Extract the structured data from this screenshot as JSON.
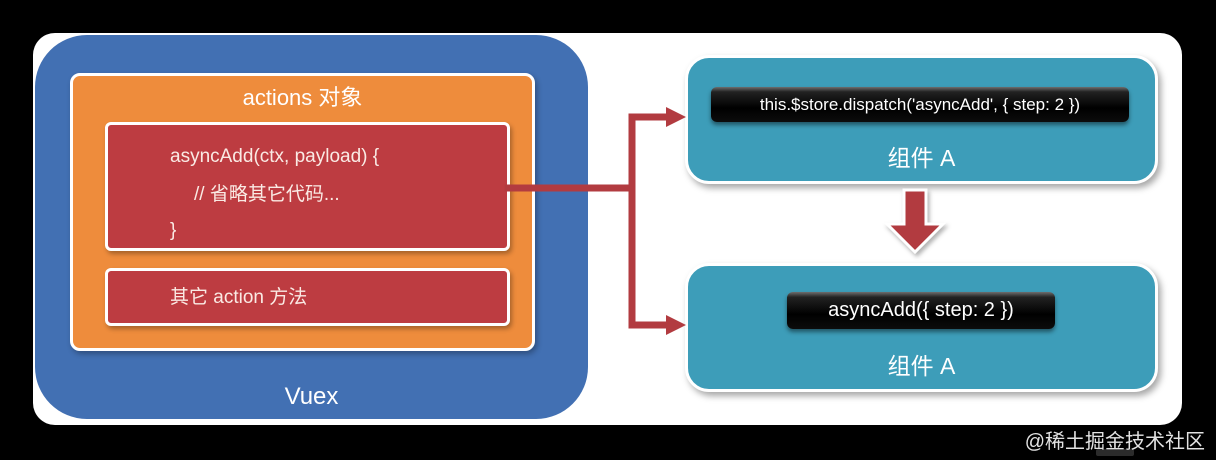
{
  "colors": {
    "background": "#000000",
    "panel": "#ffffff",
    "vuex_blue": "#4270b3",
    "actions_orange": "#ee8c3c",
    "action_red": "#bd3c41",
    "component_teal": "#3d9db9",
    "arrow_red": "#b23b40",
    "code_pill_black": "#0c0c0c"
  },
  "vuex": {
    "label": "Vuex",
    "actions_title": "actions 对象",
    "async_add": {
      "lines": [
        "asyncAdd(ctx, payload) {",
        "// 省略其它代码...",
        "}"
      ]
    },
    "other_actions_label": "其它 action 方法"
  },
  "components": [
    {
      "code": "this.$store.dispatch('asyncAdd', { step: 2 })",
      "label": "组件 A"
    },
    {
      "code": "asyncAdd({ step: 2 })",
      "label": "组件 A"
    }
  ],
  "watermark": {
    "text": "@稀土掘金技术社区"
  }
}
